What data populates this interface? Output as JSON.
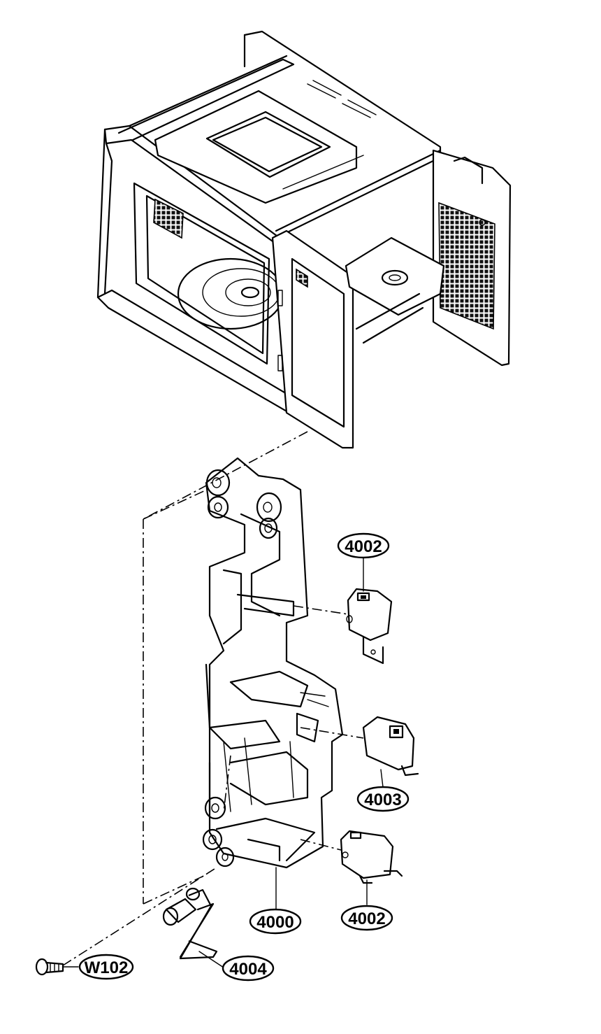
{
  "diagram": {
    "callouts": [
      {
        "id": "c1",
        "label": "4002"
      },
      {
        "id": "c2",
        "label": "4003"
      },
      {
        "id": "c3",
        "label": "4002"
      },
      {
        "id": "c4",
        "label": "4000"
      },
      {
        "id": "c5",
        "label": "4004"
      },
      {
        "id": "c6",
        "label": "W102"
      }
    ]
  }
}
